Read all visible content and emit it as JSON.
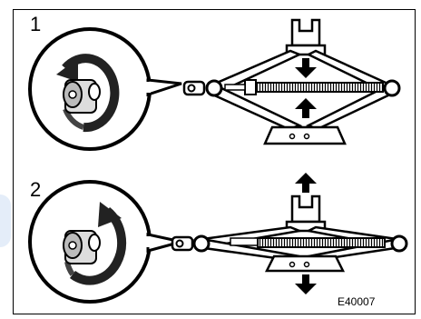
{
  "steps": {
    "one": "1",
    "two": "2"
  },
  "figure_code": "E40007"
}
